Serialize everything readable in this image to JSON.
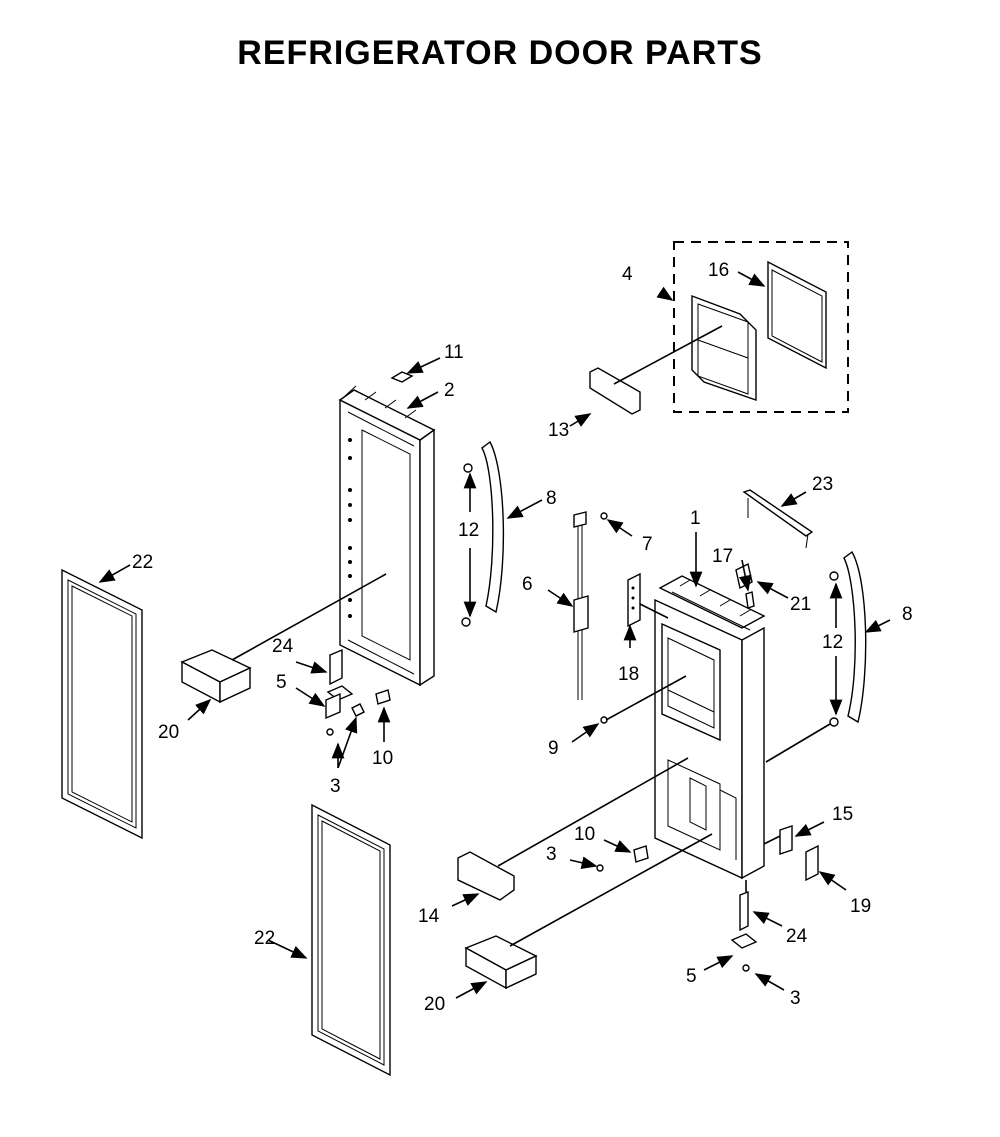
{
  "title": "REFRIGERATOR DOOR PARTS",
  "callouts": {
    "c1": "1",
    "c2": "2",
    "c3a": "3",
    "c3b": "3",
    "c3c": "3",
    "c4": "4",
    "c5a": "5",
    "c5b": "5",
    "c6": "6",
    "c7": "7",
    "c8a": "8",
    "c8b": "8",
    "c9": "9",
    "c10a": "10",
    "c10b": "10",
    "c11": "11",
    "c12a": "12",
    "c12b": "12",
    "c13": "13",
    "c14": "14",
    "c15": "15",
    "c16": "16",
    "c17": "17",
    "c18": "18",
    "c19": "19",
    "c20a": "20",
    "c20b": "20",
    "c21": "21",
    "c22a": "22",
    "c22b": "22",
    "c23": "23",
    "c24a": "24",
    "c24b": "24"
  }
}
